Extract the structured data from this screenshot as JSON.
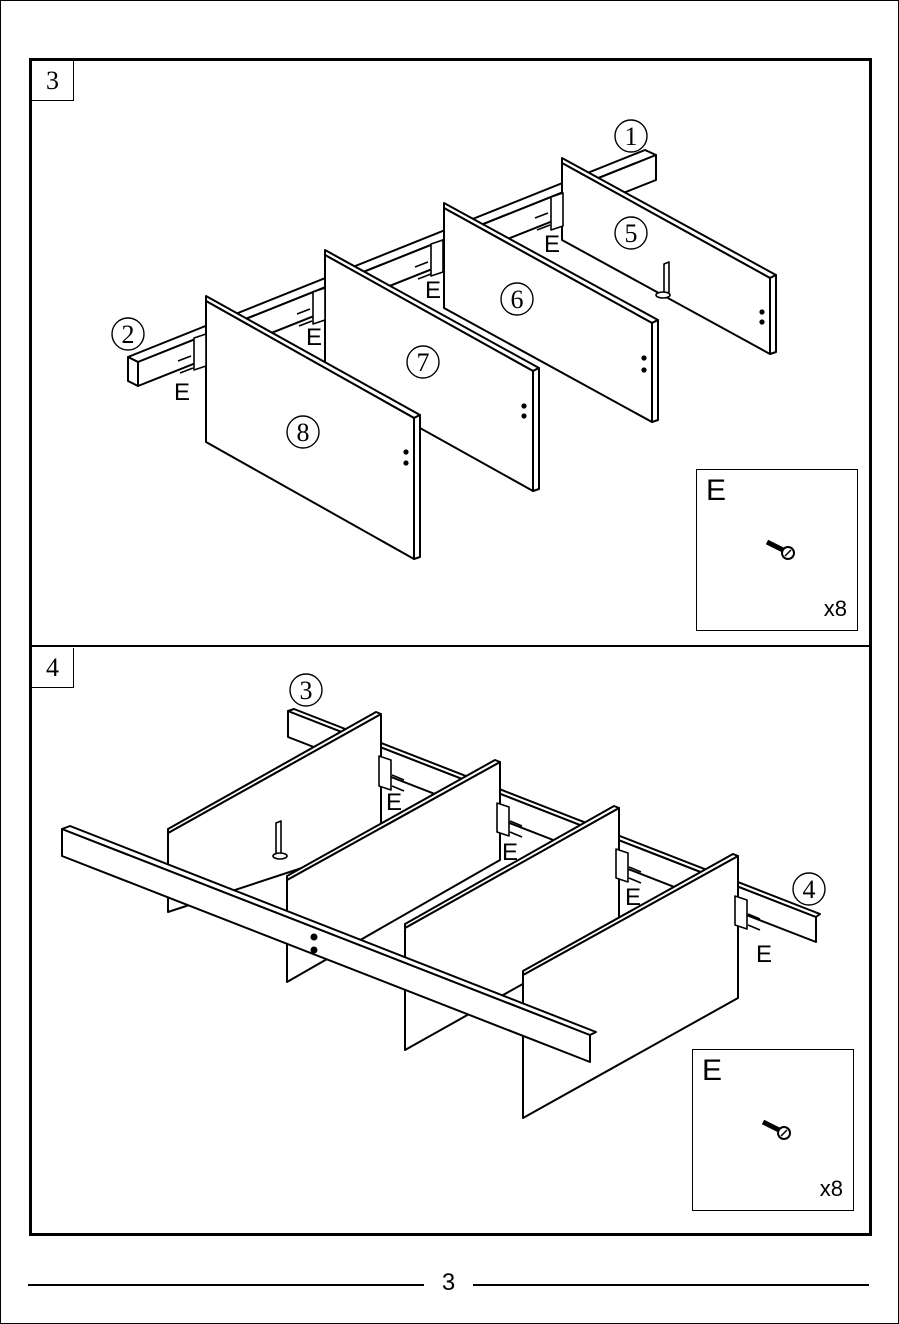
{
  "steps": [
    {
      "number": "3",
      "part_callouts": [
        "1",
        "2",
        "5",
        "6",
        "7",
        "8"
      ],
      "fastener_label": "E",
      "hardware": {
        "letter": "E",
        "quantity": "x8",
        "icon": "screw-icon"
      }
    },
    {
      "number": "4",
      "part_callouts": [
        "3",
        "4"
      ],
      "fastener_label": "E",
      "hardware": {
        "letter": "E",
        "quantity": "x8",
        "icon": "screw-icon"
      }
    }
  ],
  "page_number": "3",
  "colors": {
    "line": "#000000",
    "background": "#ffffff"
  }
}
